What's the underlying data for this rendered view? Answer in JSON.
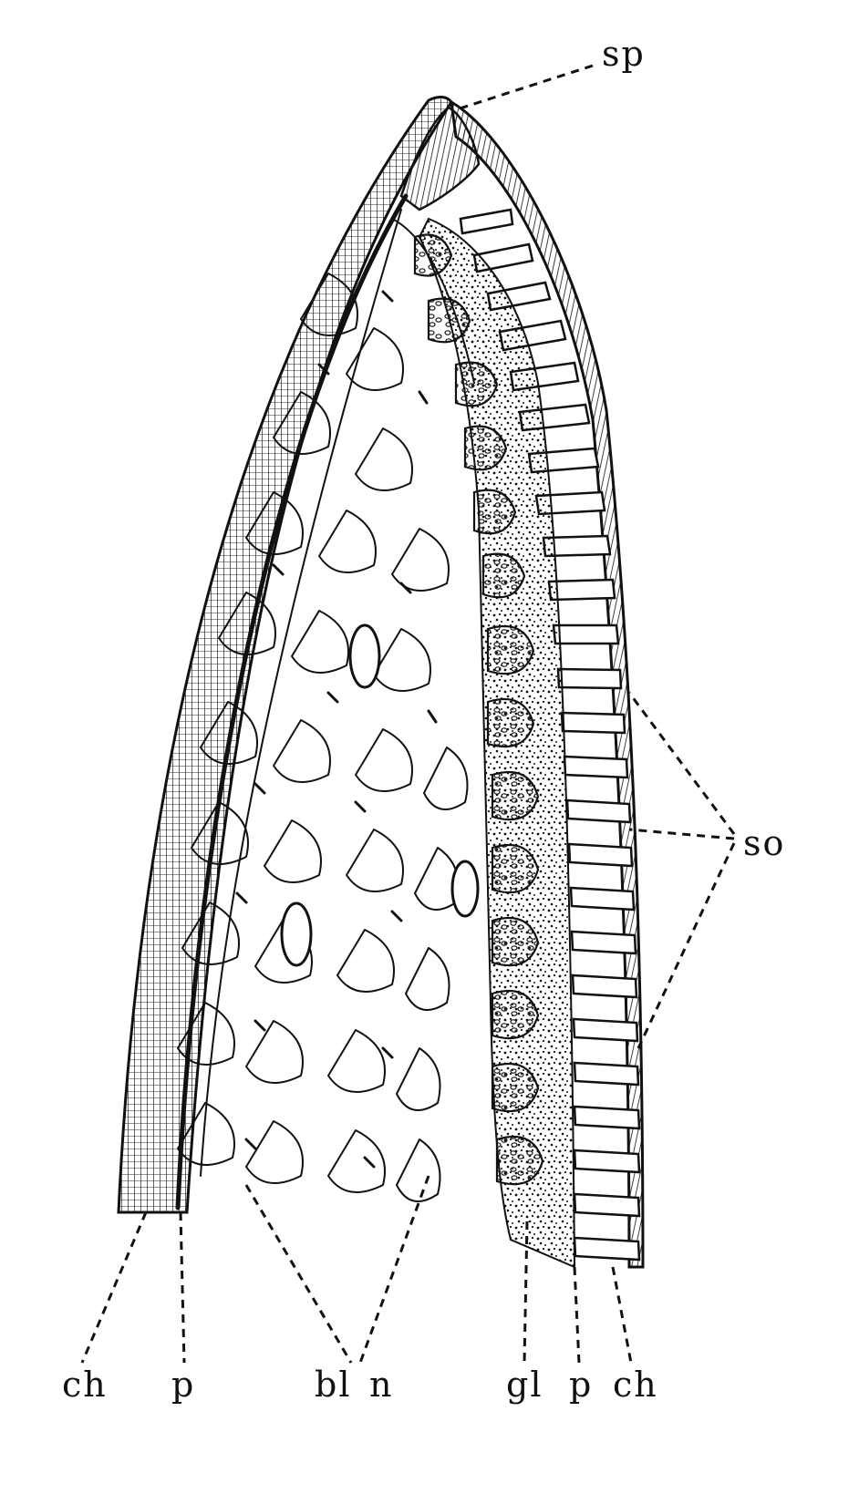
{
  "figure": {
    "labels": {
      "sp": "sp",
      "so": "so",
      "ch_left": "ch",
      "p_left": "p",
      "bl": "bl",
      "n": "n",
      "gl": "gl",
      "p_right": "p",
      "ch_right": "ch"
    },
    "colors": {
      "ink": "#111111",
      "paper": "#ffffff"
    }
  }
}
